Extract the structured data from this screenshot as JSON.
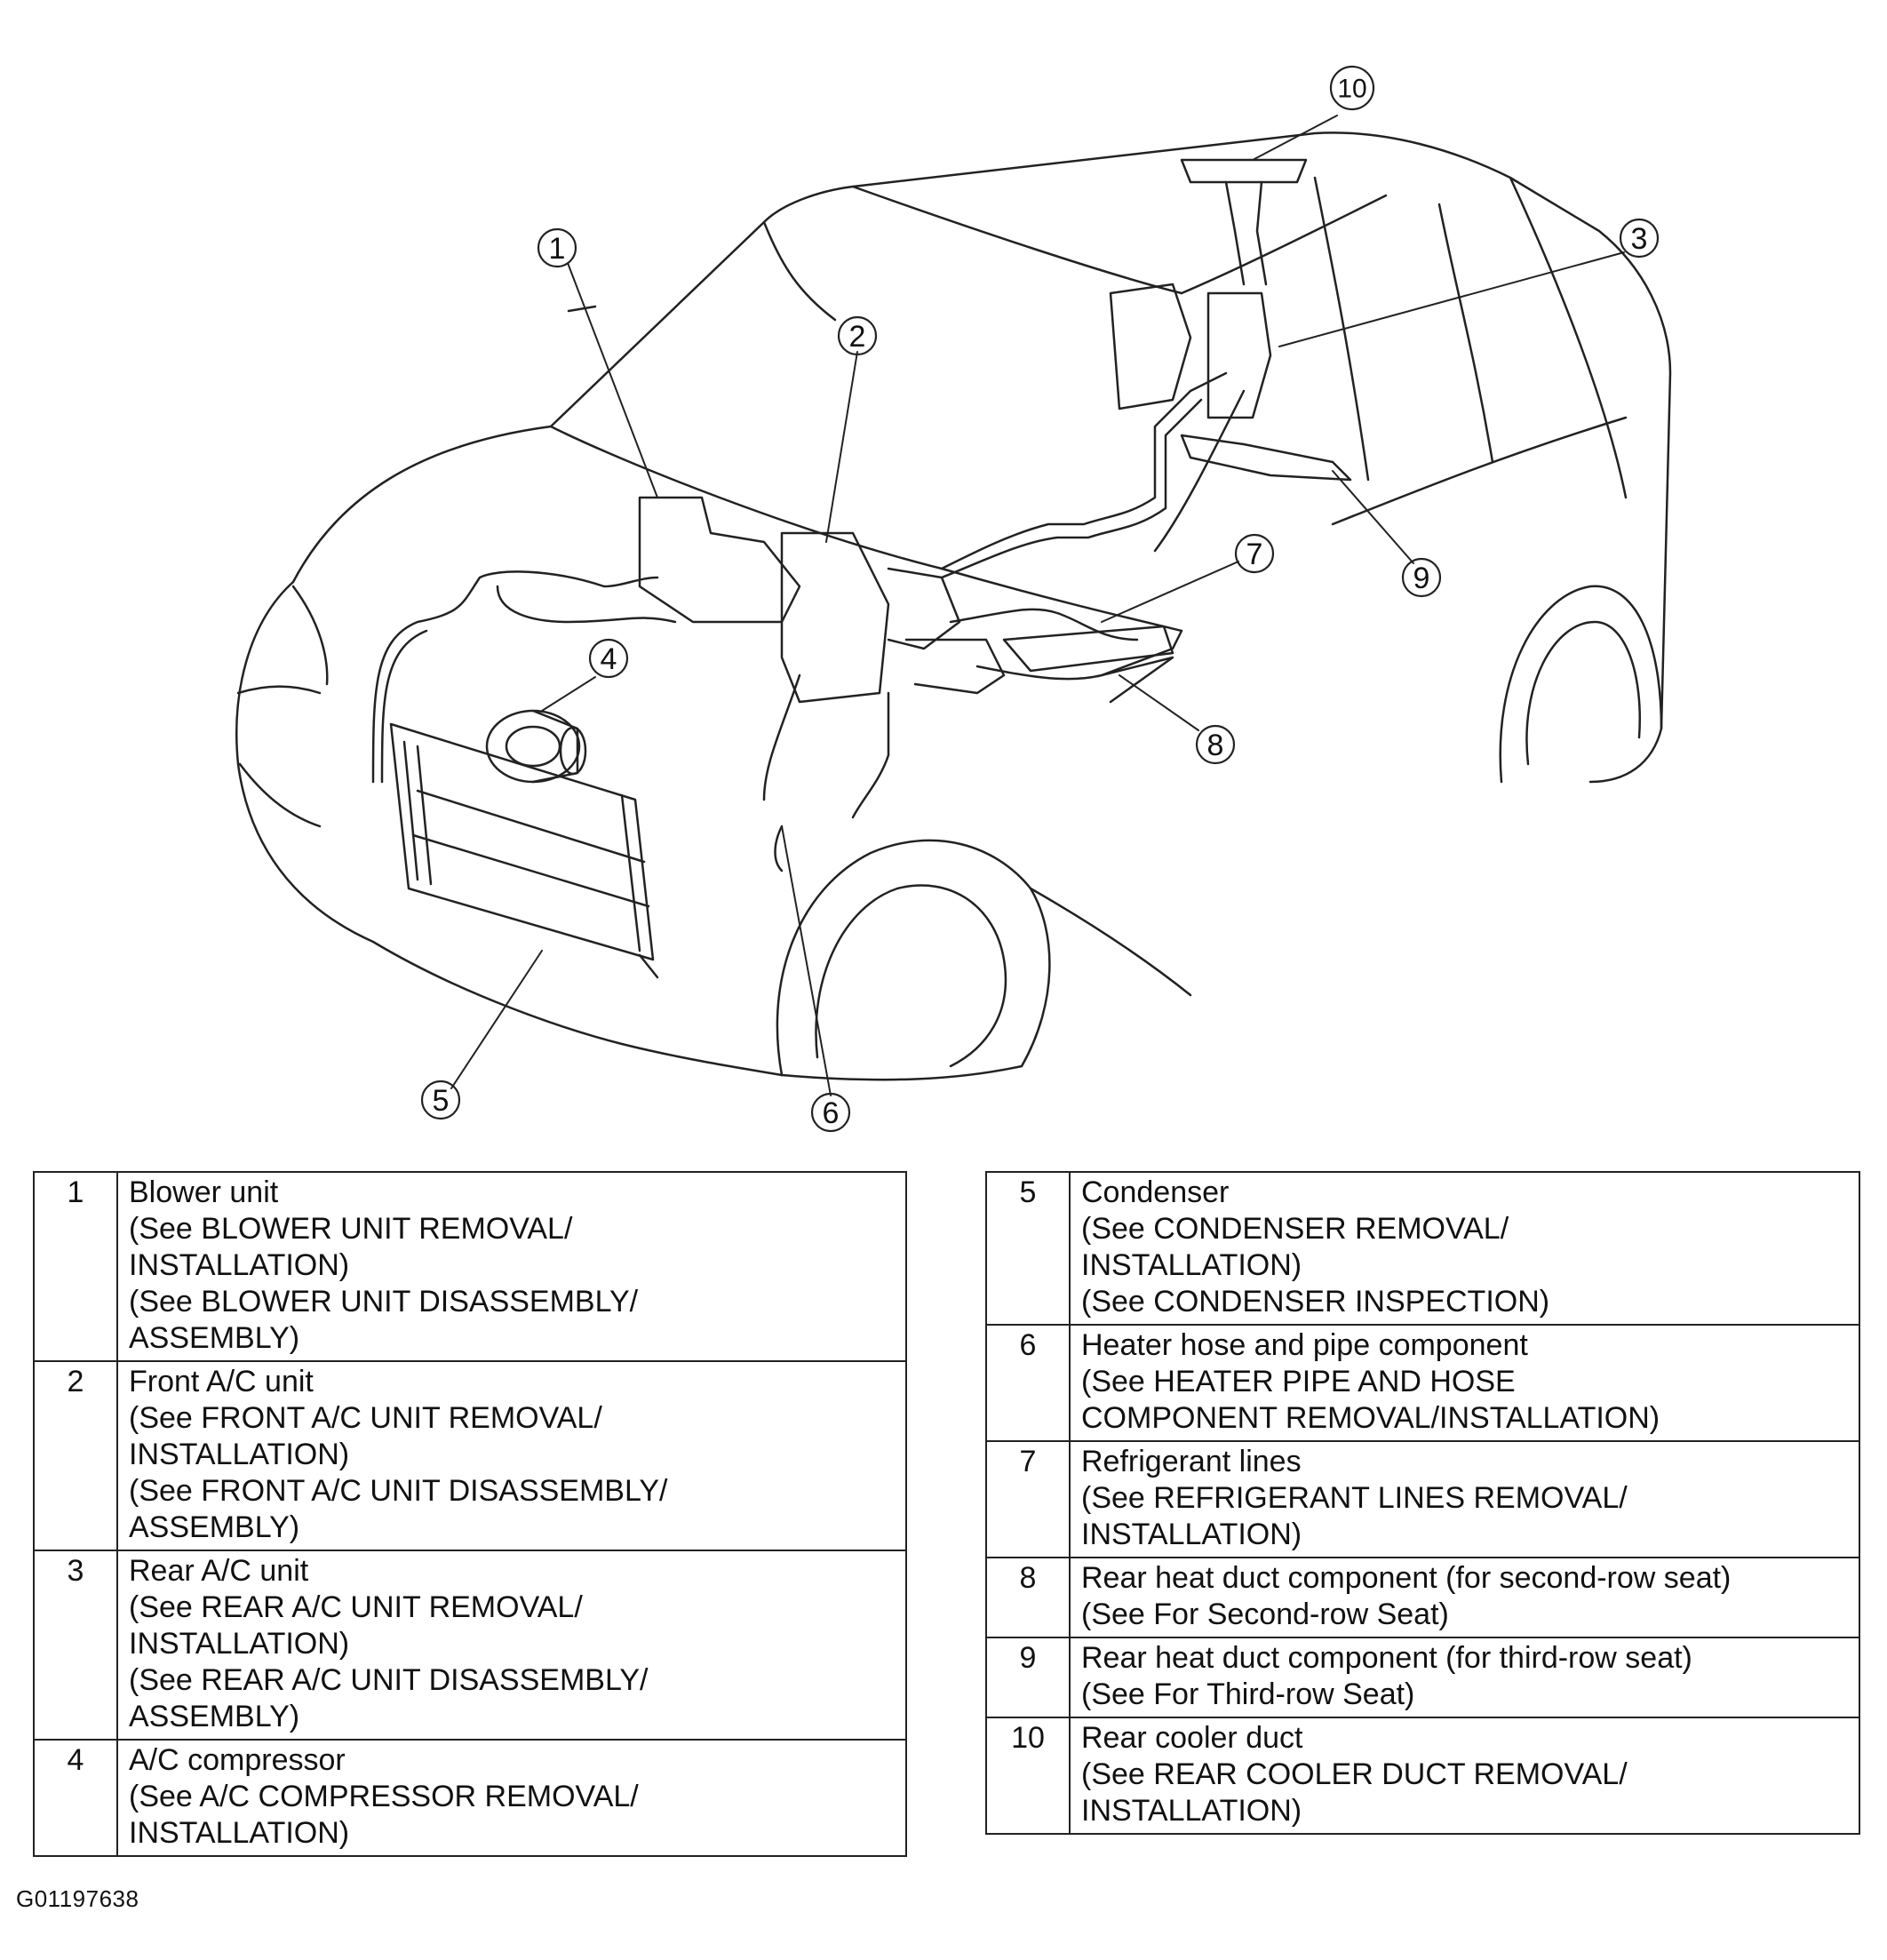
{
  "callouts": [
    "1",
    "2",
    "3",
    "4",
    "5",
    "6",
    "7",
    "8",
    "9",
    "10"
  ],
  "legend_left": [
    {
      "num": "1",
      "lines": [
        "Blower unit",
        "(See BLOWER UNIT REMOVAL/",
        "INSTALLATION)",
        "(See BLOWER UNIT DISASSEMBLY/",
        "ASSEMBLY)"
      ]
    },
    {
      "num": "2",
      "lines": [
        "Front A/C unit",
        "(See FRONT A/C UNIT REMOVAL/",
        "INSTALLATION)",
        "(See FRONT A/C UNIT DISASSEMBLY/",
        "ASSEMBLY)"
      ]
    },
    {
      "num": "3",
      "lines": [
        "Rear A/C unit",
        "(See REAR A/C UNIT REMOVAL/",
        "INSTALLATION)",
        "(See REAR A/C UNIT DISASSEMBLY/",
        "ASSEMBLY)"
      ]
    },
    {
      "num": "4",
      "lines": [
        "A/C compressor",
        "(See A/C COMPRESSOR REMOVAL/",
        "INSTALLATION)"
      ]
    }
  ],
  "legend_right": [
    {
      "num": "5",
      "lines": [
        "Condenser",
        "(See CONDENSER REMOVAL/",
        "INSTALLATION)",
        "(See CONDENSER INSPECTION)"
      ]
    },
    {
      "num": "6",
      "lines": [
        "Heater hose and pipe component",
        "(See HEATER PIPE AND HOSE",
        "COMPONENT REMOVAL/INSTALLATION)"
      ]
    },
    {
      "num": "7",
      "lines": [
        "Refrigerant lines",
        "(See REFRIGERANT LINES REMOVAL/",
        "INSTALLATION)"
      ]
    },
    {
      "num": "8",
      "lines": [
        "Rear heat duct component (for second-row seat)",
        "(See For Second-row Seat)"
      ]
    },
    {
      "num": "9",
      "lines": [
        "Rear heat duct component (for third-row seat)",
        "(See For Third-row Seat)"
      ]
    },
    {
      "num": "10",
      "lines": [
        "Rear cooler duct",
        "(See REAR COOLER DUCT REMOVAL/",
        "INSTALLATION)"
      ]
    }
  ],
  "figure_id": "G01197638"
}
